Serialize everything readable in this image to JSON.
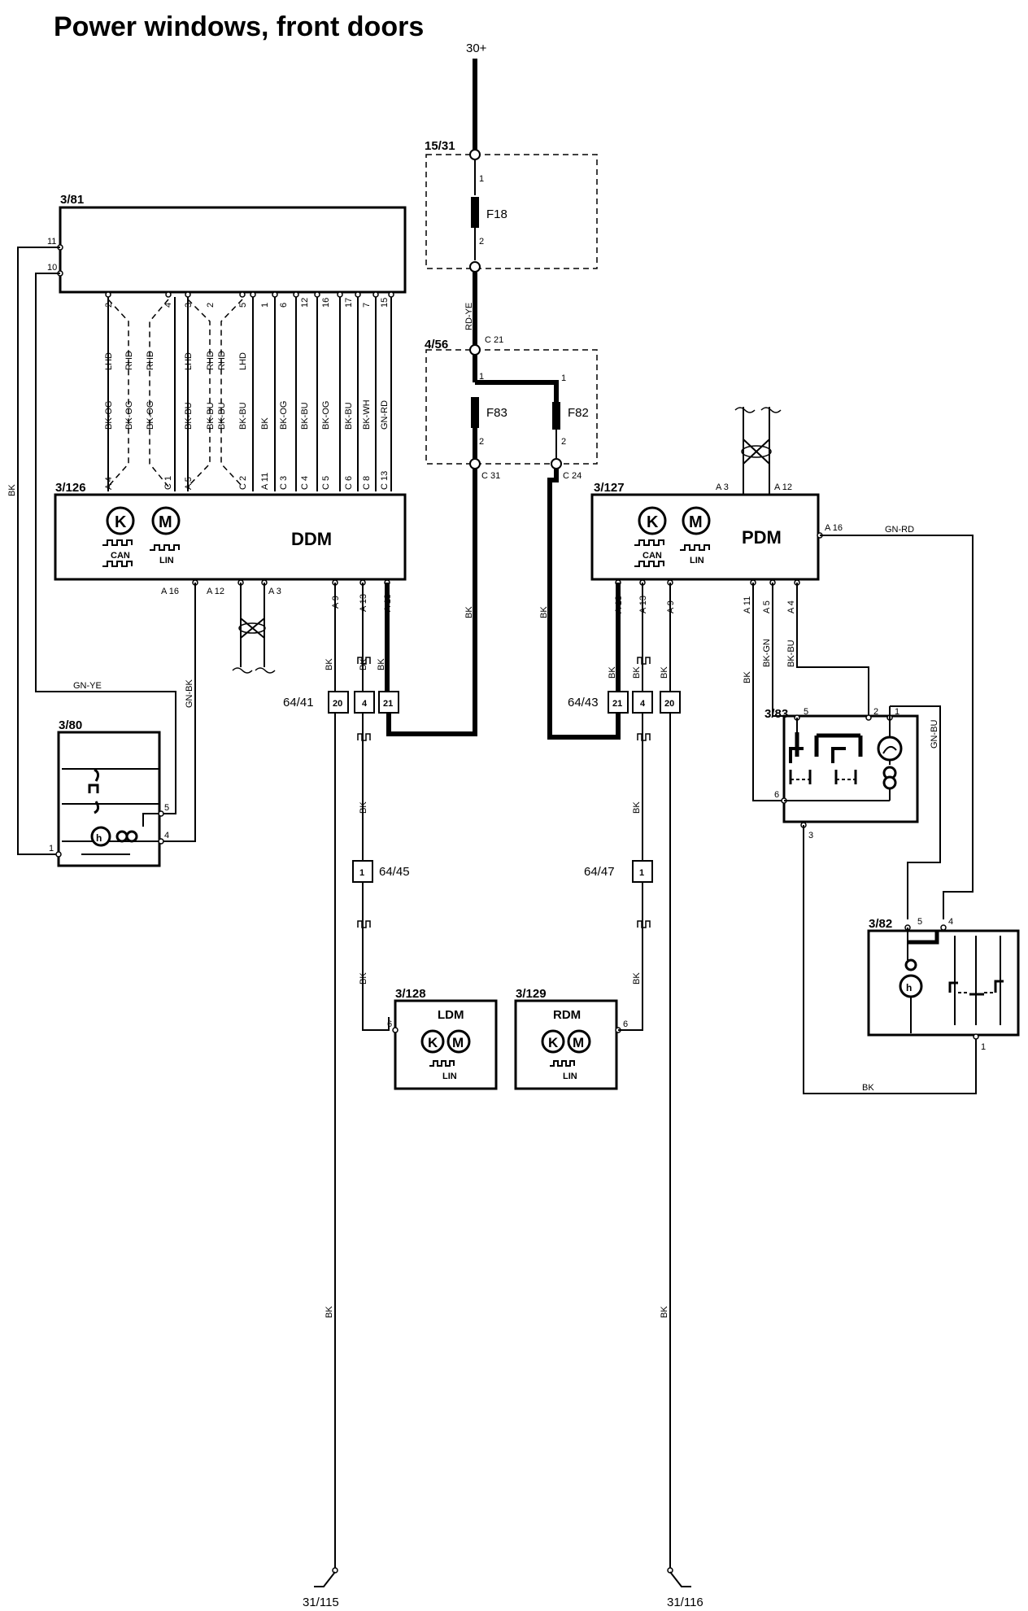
{
  "title": "Power windows, front doors",
  "supply": "30+",
  "fuse_boxes": [
    {
      "id": "15/31",
      "fuse": "F18",
      "pins": [
        "1",
        "2"
      ]
    },
    {
      "id": "4/56",
      "fuses": [
        "F83",
        "F82"
      ],
      "terminals": [
        "C 21",
        "C 31",
        "C 24"
      ],
      "pins": [
        "1",
        "2",
        "1",
        "2"
      ]
    }
  ],
  "supply_wire_color": "RD-YE",
  "modules": {
    "m381": {
      "id": "3/81",
      "pins": [
        "11",
        "10",
        "2",
        "4",
        "3",
        "2",
        "5",
        "1",
        "6",
        "12",
        "16",
        "17",
        "7",
        "15"
      ]
    },
    "ddm": {
      "id": "3/126",
      "name": "DDM",
      "bus_can": "CAN",
      "bus_lin": "LIN",
      "top_pins": [
        "A 4",
        "C 1",
        "A 5",
        "C 2",
        "A 11",
        "C 3",
        "C 4",
        "C 5",
        "C 6",
        "C 8",
        "C 13"
      ],
      "bottom_pins": [
        "A 16",
        "A 12",
        "A 3",
        "A 9",
        "A 13",
        "A 18"
      ]
    },
    "pdm": {
      "id": "3/127",
      "name": "PDM",
      "bus_can": "CAN",
      "bus_lin": "LIN",
      "top_pins": [
        "A 3",
        "A 12"
      ],
      "right_pin": "A 16",
      "bottom_pins": [
        "A 18",
        "A 13",
        "A 9",
        "A 11",
        "A 5",
        "A 4"
      ]
    },
    "m380": {
      "id": "3/80",
      "pins": [
        "1",
        "5",
        "4"
      ]
    },
    "m383": {
      "id": "3/83",
      "pins": [
        "5",
        "2",
        "1",
        "6",
        "3"
      ]
    },
    "m382": {
      "id": "3/82",
      "pins": [
        "5",
        "4",
        "1"
      ]
    },
    "ldm": {
      "id": "3/128",
      "name": "LDM",
      "bus": "LIN",
      "pin": "6"
    },
    "rdm": {
      "id": "3/129",
      "name": "RDM",
      "bus": "LIN",
      "pin": "6"
    }
  },
  "wire_codes_top": [
    "LHD",
    "RHD",
    "RHD",
    "LHD",
    "RHD",
    "RHD",
    "LHD"
  ],
  "wire_colors_top": [
    "BK-OG",
    "BK-OG",
    "BK-OG",
    "BK-BU",
    "BK-BU",
    "BK-BU",
    "BK-BU",
    "BK",
    "BK-OG",
    "BK-BU",
    "BK-OG",
    "BK-BU",
    "BK-WH",
    "GN-RD"
  ],
  "connectors": {
    "c6441": {
      "id": "64/41",
      "pins": [
        "20",
        "4",
        "21"
      ]
    },
    "c6443": {
      "id": "64/43",
      "pins": [
        "21",
        "4",
        "20"
      ]
    },
    "c6445": {
      "id": "64/45",
      "pin": "1"
    },
    "c6447": {
      "id": "64/47",
      "pin": "1"
    }
  },
  "wire_labels": {
    "bk": "BK",
    "gn_ye": "GN-YE",
    "gn_bk": "GN-BK",
    "gn_rd": "GN-RD",
    "bk_gn": "BK-GN",
    "bk_bu": "BK-BU",
    "gn_bu": "GN-BU"
  },
  "grounds": [
    "31/115",
    "31/116"
  ]
}
